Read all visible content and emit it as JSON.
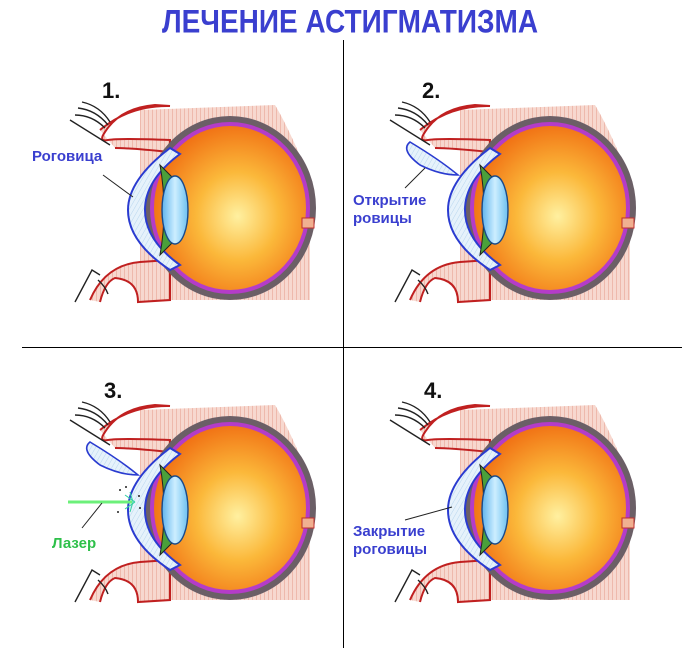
{
  "title": "ЛЕЧЕНИЕ АСТИГМАТИЗМА",
  "colors": {
    "title": "#3a3fcf",
    "label_blue": "#3a3fcf",
    "label_green": "#2ec04a",
    "eyeball_orange": "#f79a1e",
    "lid_pink": "#f2c6b8",
    "sclera_gray": "#6b5f66",
    "retina_purple": "#b43cc8",
    "cornea_blue": "#2a3bd0",
    "lens_blue": "#8fd0f5",
    "laser_green": "#6cf07a"
  },
  "panels": [
    {
      "number": "1.",
      "label": "Роговица",
      "label_color": "#3a3fcf",
      "step": "cornea"
    },
    {
      "number": "2.",
      "label_line1": "Открытие",
      "label_line2": "ровицы",
      "label_color": "#3a3fcf",
      "step": "flap-open"
    },
    {
      "number": "3.",
      "label": "Лазер",
      "label_color": "#2ec04a",
      "step": "laser"
    },
    {
      "number": "4.",
      "label_line1": "Закрытие",
      "label_line2": "роговицы",
      "label_color": "#3a3fcf",
      "step": "flap-closed"
    }
  ]
}
